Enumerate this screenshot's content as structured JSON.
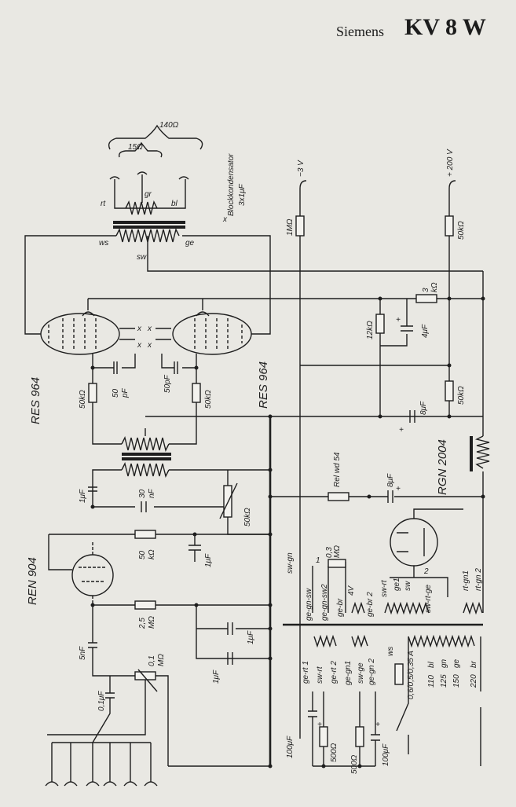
{
  "header": {
    "brand": "Siemens",
    "model": "KV 8 W"
  },
  "tubes": {
    "push_pull_1": "RES 964",
    "push_pull_2": "RES 964",
    "driver": "REN 904",
    "rectifier": "RGN 2004"
  },
  "supply": {
    "neg": "−3 V",
    "pos": "+ 200 V"
  },
  "speaker": {
    "impedance_total": "140Ω",
    "impedance_tap": "15Ω",
    "tap_rt": "rt",
    "tap_gr": "gr",
    "tap_bl": "bl"
  },
  "output_transformer": {
    "ws": "ws",
    "sw": "sw",
    "ge": "ge"
  },
  "block_note": {
    "mark": "x",
    "line1": "Blockkondensator",
    "line2": "3x1μF"
  },
  "resistors": {
    "r_1M": "1MΩ",
    "r_50k_top": "50kΩ",
    "r_3k_a": "3",
    "r_3k_b": "kΩ",
    "r_12k": "12kΩ",
    "r_50k_mid": "50kΩ",
    "r_50k_g1": "50kΩ",
    "r_50k_g2": "50kΩ",
    "r_50k_driver_a": "50",
    "r_50k_driver_b": "kΩ",
    "r_50k_pot": "50kΩ",
    "r_25M_a": "2,5",
    "r_25M_b": "MΩ",
    "r_03M_a": "0,3",
    "r_03M_b": "MΩ",
    "r_01M_a": "0,1",
    "r_01M_b": "MΩ",
    "r_500_1": "500Ω",
    "r_500_2": "500Ω",
    "relay": "Rel wd 54"
  },
  "capacitors": {
    "c_4u": "4μF",
    "c_8u_a": "8μF",
    "c_8u_b": "8μF",
    "c_50p_a": "50",
    "c_50p_b": "pF",
    "c_50p_c": "50pF",
    "c_1u_a": "1μF",
    "c_30n_a": "30",
    "c_30n_b": "nF",
    "c_1u_x1": "1μF",
    "c_1u_x2": "1μF",
    "c_1u_x3": "1μF",
    "c_5n": "5nF",
    "c_01u": "0,1μF",
    "c_100u_1": "100μF",
    "c_100u_2": "100μF",
    "mark_x": "x",
    "plus": "+"
  },
  "wire_labels": {
    "sw_gn": "sw-gn",
    "ge_gn_sw": "ge-gn-sw",
    "ge_gn_sw2": "ge-gn-sw2",
    "ge_br": "ge-br",
    "v4": "4V",
    "ge_br2": "ge-br 2",
    "sw_rt": "sw-rt",
    "ge1": "ge1",
    "sw": "sw",
    "sw_rt_ge": "sw-rt-ge",
    "n2": "2",
    "rt_gn1": "rt-gn1",
    "rt_gn2": "rt-gn 2",
    "n1": "1",
    "ge_rt1": "ge-rt 1",
    "sw_rt2": "sw-rt",
    "ge_rt2": "ge-rt 2",
    "ge_gn1": "ge-gn1",
    "sw_ge": "sw-ge",
    "ge_gn2": "ge-gn 2",
    "ws": "ws"
  },
  "mains": {
    "fuse": "0,6/0,5/0,35 A",
    "v110": "110",
    "c110": "bl",
    "v125": "125",
    "c125": "gn",
    "v150": "150",
    "c150": "ge",
    "v220": "220",
    "c220": "br"
  }
}
